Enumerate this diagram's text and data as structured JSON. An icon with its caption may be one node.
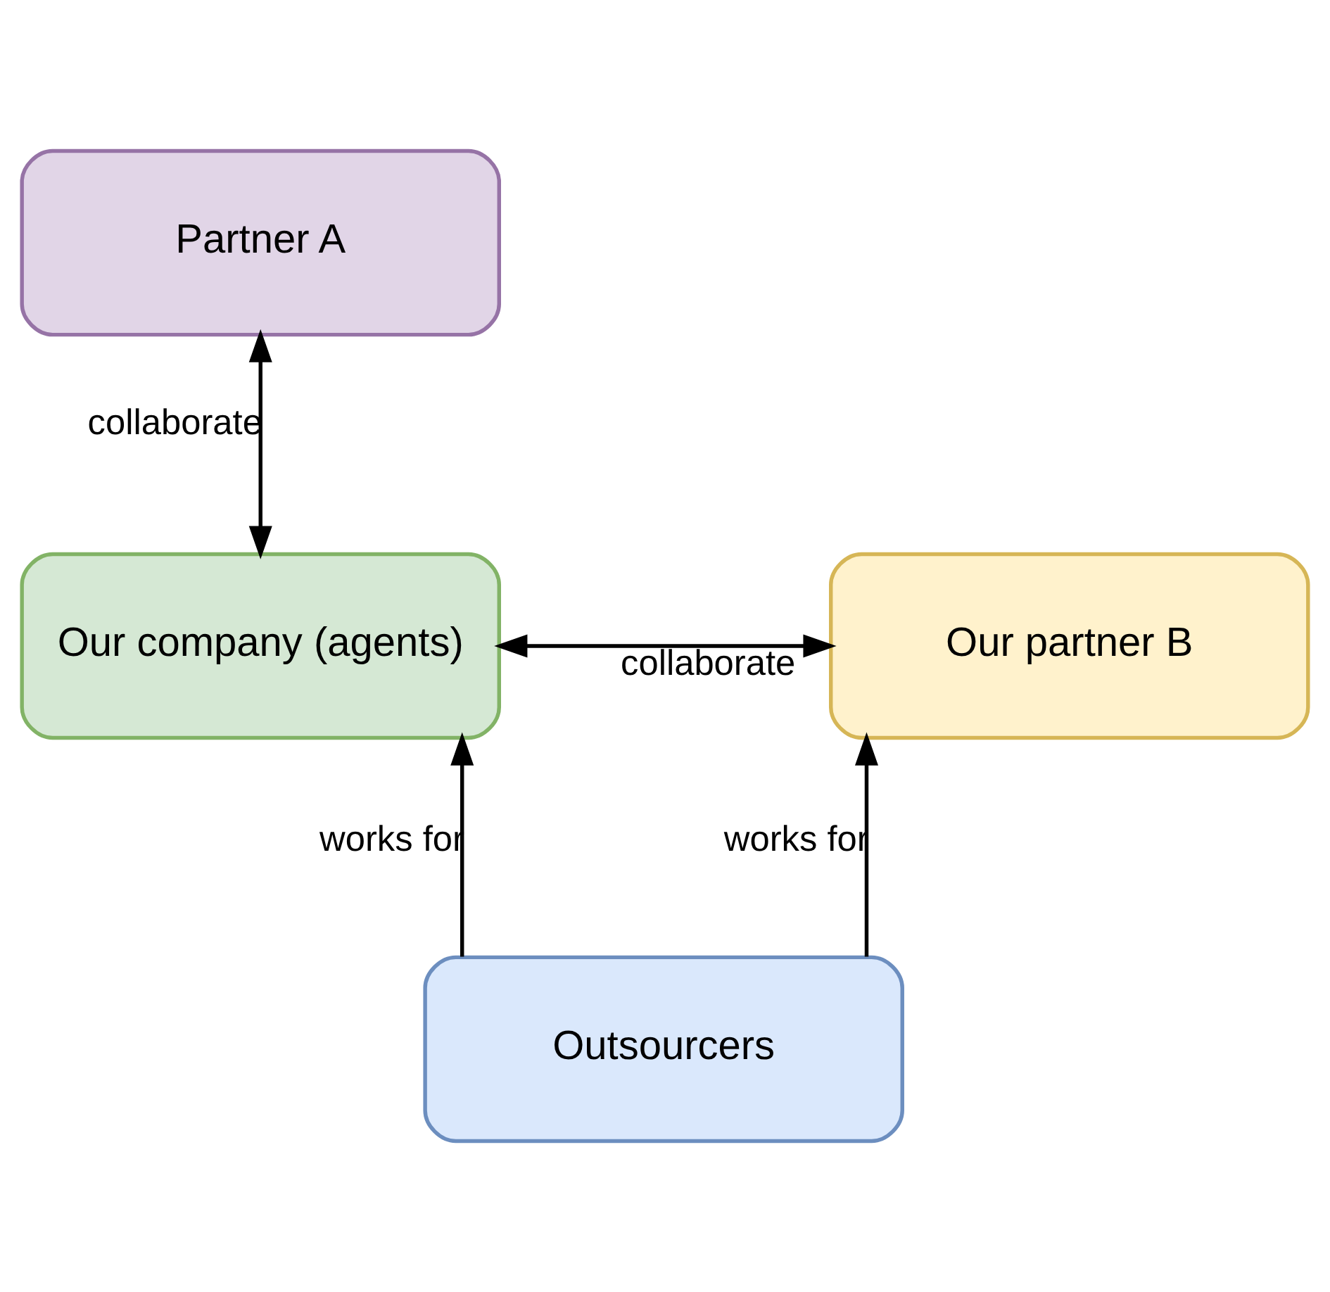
{
  "diagram": {
    "nodes": [
      {
        "text": [
          "Partner A"
        ]
      },
      {
        "text": [
          "Our company (agents)"
        ]
      },
      {
        "text": [
          "Our partner B"
        ]
      },
      {
        "text": [
          "Outsourcers"
        ]
      }
    ],
    "edges": [
      {
        "from": 1,
        "to": 0,
        "arrow": "both",
        "label": "collaborate"
      },
      {
        "from": 1,
        "to": 2,
        "arrow": "both",
        "label": "collaborate"
      },
      {
        "from": 3,
        "to": 1,
        "arrow": "to",
        "label": "works for"
      },
      {
        "from": 3,
        "to": 2,
        "arrow": "to",
        "label": "works for"
      }
    ]
  }
}
